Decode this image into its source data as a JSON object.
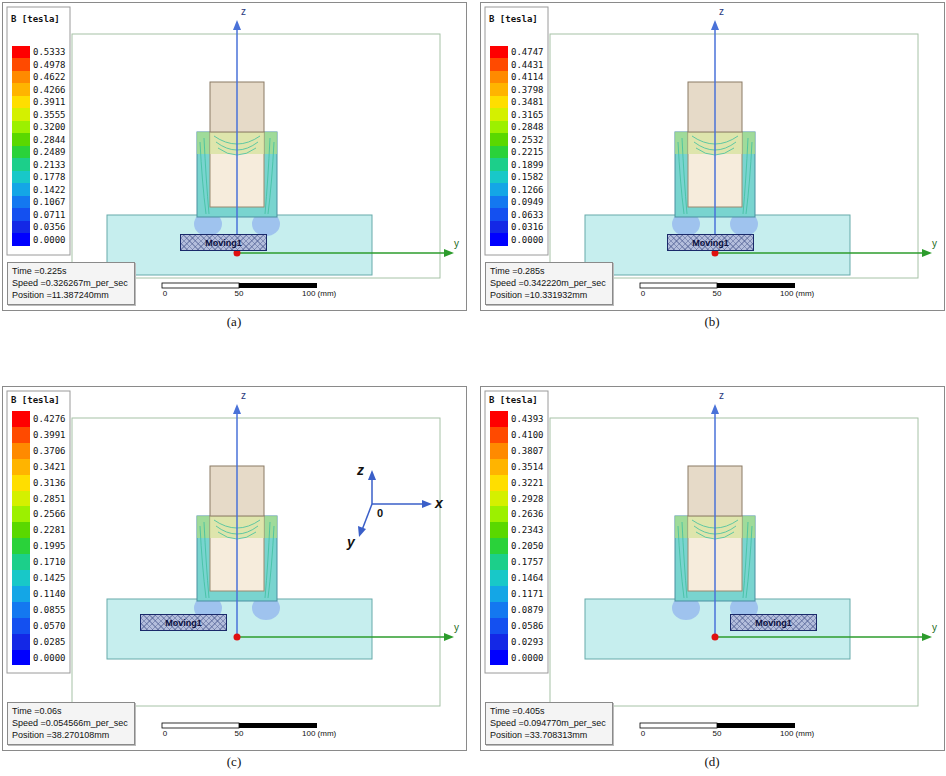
{
  "diagram": {
    "nodes": [
      {
        "text": [
          "Moving1"
        ]
      },
      {
        "text": [
          "Time =0.225s",
          "Speed =0.326267m_per_sec",
          "Position =11.387240mm"
        ]
      },
      {
        "text": [
          "Moving1"
        ]
      },
      {
        "text": [
          "Time =0.285s",
          "Speed =0.342220m_per_sec",
          "Position =10.331932mm"
        ]
      },
      {
        "text": [
          "Moving1"
        ]
      },
      {
        "text": [
          "Time =0.06s",
          "Speed =0.054566m_per_sec",
          "Position =38.270108mm"
        ]
      },
      {
        "text": [
          "Moving1"
        ]
      },
      {
        "text": [
          "Time =0.405s",
          "Speed =0.094770m_per_sec",
          "Position =33.708313mm"
        ]
      }
    ],
    "labels": [
      "B [tesla]",
      "z",
      "y",
      "0",
      "50",
      "100 (mm)",
      "(a)",
      "B [tesla]",
      "z",
      "y",
      "0",
      "50",
      "100 (mm)",
      "(b)",
      "B [tesla]",
      "z",
      "y",
      "0",
      "50",
      "100 (mm)",
      "z",
      "x",
      "y",
      "0",
      "(c)",
      "B [tesla]",
      "z",
      "y",
      "0",
      "50",
      "100 (mm)",
      "(d)"
    ],
    "legend": [
      {
        "text": "0.5333",
        "color": "#ff0000"
      },
      {
        "text": "0.4978",
        "color": "#ff4a00"
      },
      {
        "text": "0.4622",
        "color": "#ff8a00"
      },
      {
        "text": "0.4266",
        "color": "#ffb400"
      },
      {
        "text": "0.3911",
        "color": "#ffde00"
      },
      {
        "text": "0.3555",
        "color": "#d4f000"
      },
      {
        "text": "0.3200",
        "color": "#9cf000"
      },
      {
        "text": "0.2844",
        "color": "#5ad800"
      },
      {
        "text": "0.2489",
        "color": "#2ad23a"
      },
      {
        "text": "0.2133",
        "color": "#1ccf8a"
      },
      {
        "text": "0.1778",
        "color": "#18c8c8"
      },
      {
        "text": "0.1422",
        "color": "#14a6e6"
      },
      {
        "text": "0.1067",
        "color": "#1478f0"
      },
      {
        "text": "0.0711",
        "color": "#1450f0"
      },
      {
        "text": "0.0356",
        "color": "#1428e6"
      },
      {
        "text": "0.0000",
        "color": "#0000ff"
      },
      {
        "text": "0.4747",
        "color": "#ff0000"
      },
      {
        "text": "0.4431",
        "color": "#ff4a00"
      },
      {
        "text": "0.4114",
        "color": "#ff8a00"
      },
      {
        "text": "0.3798",
        "color": "#ffb400"
      },
      {
        "text": "0.3481",
        "color": "#ffde00"
      },
      {
        "text": "0.3165",
        "color": "#d4f000"
      },
      {
        "text": "0.2848",
        "color": "#9cf000"
      },
      {
        "text": "0.2532",
        "color": "#5ad800"
      },
      {
        "text": "0.2215",
        "color": "#2ad23a"
      },
      {
        "text": "0.1899",
        "color": "#1ccf8a"
      },
      {
        "text": "0.1582",
        "color": "#18c8c8"
      },
      {
        "text": "0.1266",
        "color": "#14a6e6"
      },
      {
        "text": "0.0949",
        "color": "#1478f0"
      },
      {
        "text": "0.0633",
        "color": "#1450f0"
      },
      {
        "text": "0.0316",
        "color": "#1428e6"
      },
      {
        "text": "0.0000",
        "color": "#0000ff"
      },
      {
        "text": "0.4276",
        "color": "#ff0000"
      },
      {
        "text": "0.3991",
        "color": "#ff4a00"
      },
      {
        "text": "0.3706",
        "color": "#ff8a00"
      },
      {
        "text": "0.3421",
        "color": "#ffb400"
      },
      {
        "text": "0.3136",
        "color": "#ffde00"
      },
      {
        "text": "0.2851",
        "color": "#d4f000"
      },
      {
        "text": "0.2566",
        "color": "#9cf000"
      },
      {
        "text": "0.2281",
        "color": "#5ad800"
      },
      {
        "text": "0.1995",
        "color": "#2ad23a"
      },
      {
        "text": "0.1710",
        "color": "#1ccf8a"
      },
      {
        "text": "0.1425",
        "color": "#18c8c8"
      },
      {
        "text": "0.1140",
        "color": "#14a6e6"
      },
      {
        "text": "0.0855",
        "color": "#1478f0"
      },
      {
        "text": "0.0570",
        "color": "#1450f0"
      },
      {
        "text": "0.0285",
        "color": "#1428e6"
      },
      {
        "text": "0.0000",
        "color": "#0000ff"
      },
      {
        "text": "0.4393",
        "color": "#ff0000"
      },
      {
        "text": "0.4100",
        "color": "#ff4a00"
      },
      {
        "text": "0.3807",
        "color": "#ff8a00"
      },
      {
        "text": "0.3514",
        "color": "#ffb400"
      },
      {
        "text": "0.3221",
        "color": "#ffde00"
      },
      {
        "text": "0.2928",
        "color": "#d4f000"
      },
      {
        "text": "0.2636",
        "color": "#9cf000"
      },
      {
        "text": "0.2343",
        "color": "#5ad800"
      },
      {
        "text": "0.2050",
        "color": "#2ad23a"
      },
      {
        "text": "0.1757",
        "color": "#1ccf8a"
      },
      {
        "text": "0.1464",
        "color": "#18c8c8"
      },
      {
        "text": "0.1171",
        "color": "#14a6e6"
      },
      {
        "text": "0.0879",
        "color": "#1478f0"
      },
      {
        "text": "0.0586",
        "color": "#1450f0"
      },
      {
        "text": "0.0293",
        "color": "#1428e6"
      },
      {
        "text": "0.0000",
        "color": "#0000ff"
      }
    ]
  }
}
